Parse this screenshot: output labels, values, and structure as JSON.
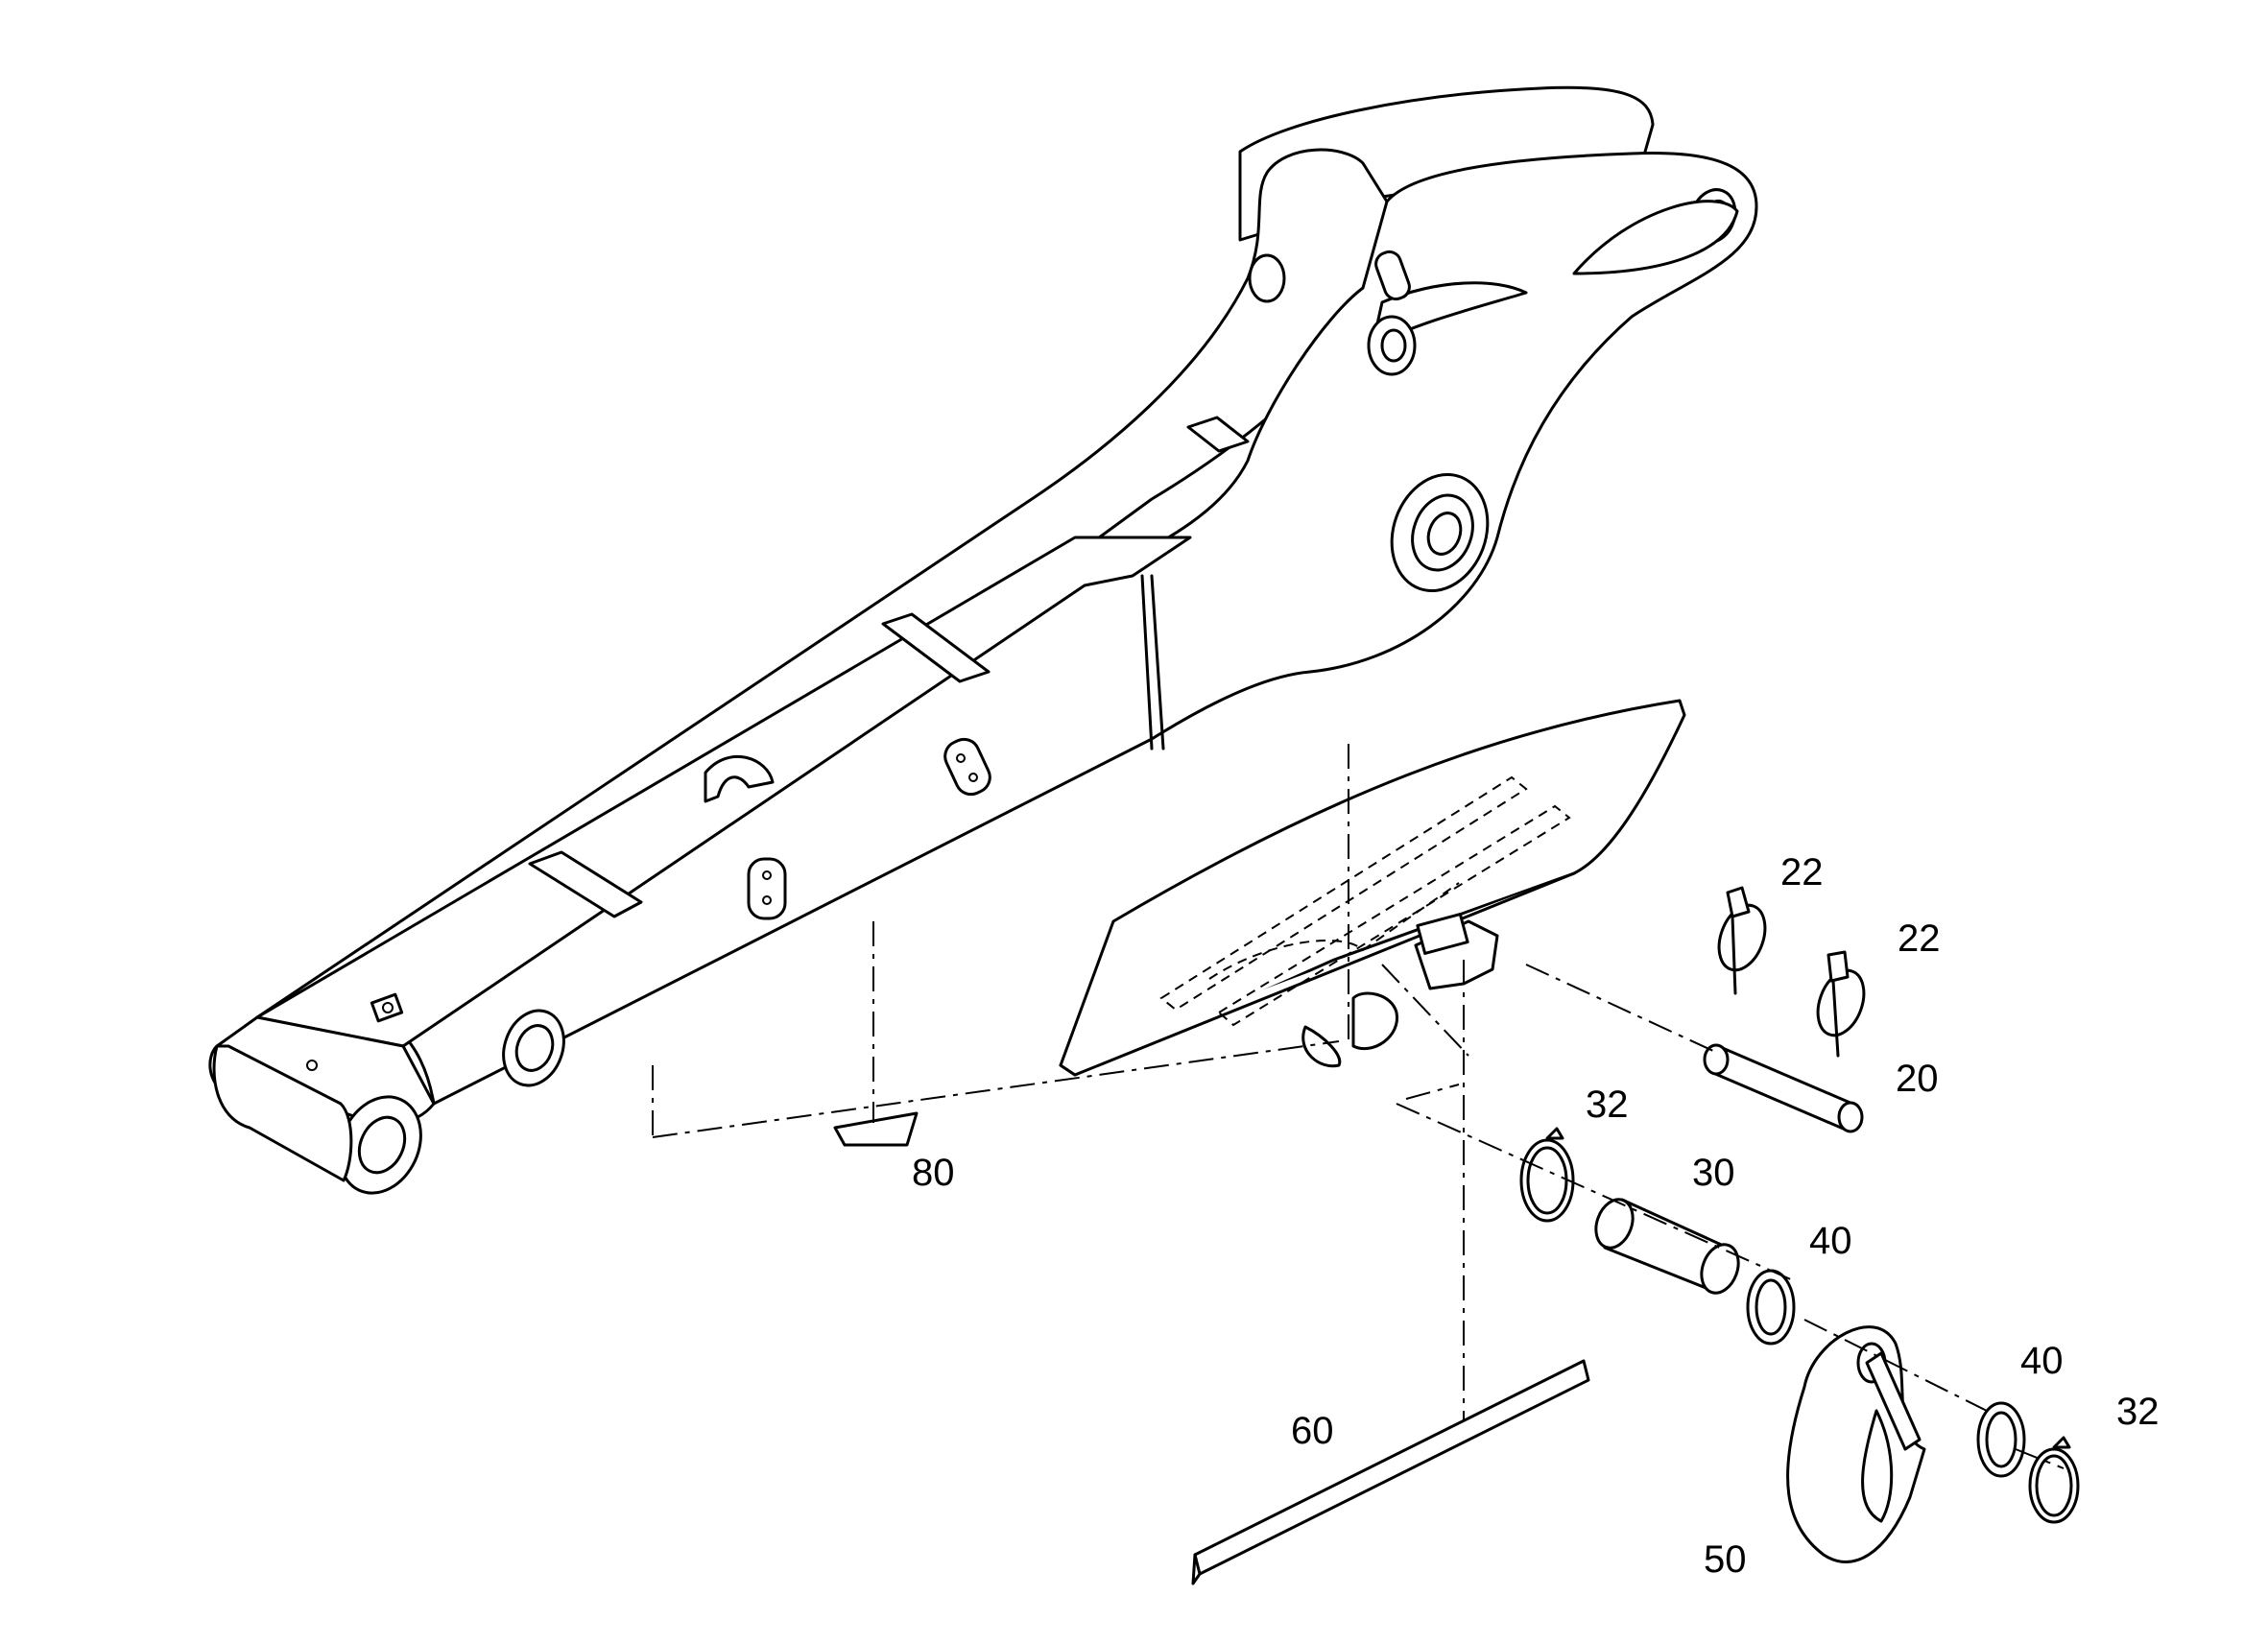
{
  "callouts": {
    "pin_clip_a": "22",
    "pin_clip_b": "22",
    "pin": "20",
    "snap_ring_left": "32",
    "bushing": "30",
    "washer_left": "40",
    "hook": "50",
    "washer_right": "40",
    "snap_ring_right": "32",
    "wear_strip": "60",
    "pad": "80"
  }
}
